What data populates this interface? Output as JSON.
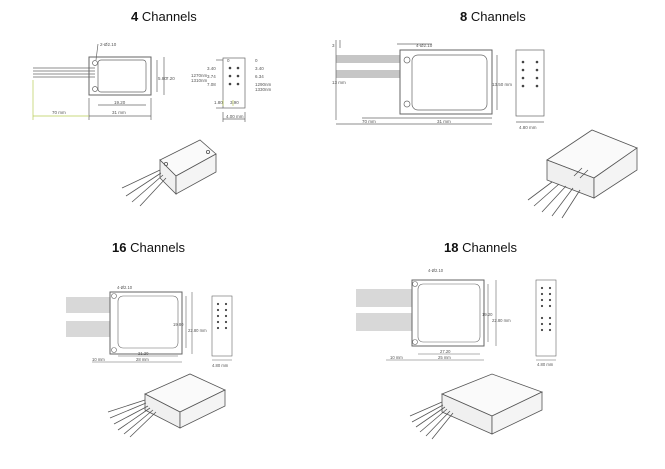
{
  "panels": [
    {
      "count": "4",
      "word": "Channels",
      "labels": {
        "hole": "2-Ø2.10",
        "len_body": "19.20",
        "len_total": "31 mm",
        "len_fiber": "70 mm",
        "h1": "5.80",
        "h2": "7.20",
        "pin_d1": "3.40",
        "pin_d2": "6.34",
        "pin_a": "0",
        "pin_b": "3.40",
        "pin_c": "3.74",
        "pin_d": "7.08",
        "pin_e": "0",
        "w1": "1.80",
        "w2": "3.90",
        "w_total": "4.00 mm",
        "wl1": "1270nm",
        "wl2": "1310nm",
        "wl3": "1290nm",
        "wl4": "1330nm"
      }
    },
    {
      "count": "8",
      "word": "Channels",
      "labels": {
        "hole": "4-Ø2.10",
        "len_fiber": "70 mm",
        "len_total": "31 mm",
        "height": "13.50 mm",
        "left_h": "13 mm",
        "width": "4.80 mm",
        "top": "3"
      }
    },
    {
      "count": "16",
      "word": "Channels",
      "labels": {
        "hole": "4-Ø2.10",
        "len_fiber": "10 mm",
        "len_body": "21.20",
        "len_total": "28 mm",
        "h1": "19.80",
        "h2": "22.80 mm",
        "width": "4.80 mm"
      }
    },
    {
      "count": "18",
      "word": "Channels",
      "labels": {
        "hole": "4-Ø2.10",
        "len_fiber": "10 mm",
        "len_body": "27.20",
        "len_total": "25 mm",
        "h1": "19.20",
        "h2": "22.80 mm",
        "width": "4.80 mm"
      }
    }
  ]
}
